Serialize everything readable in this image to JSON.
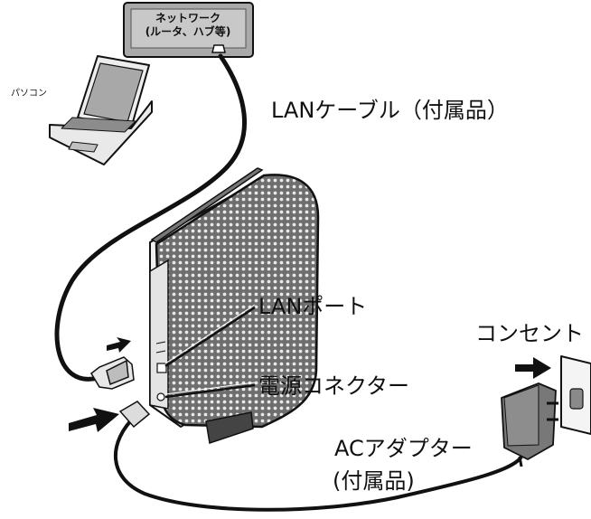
{
  "labels": {
    "network": "ネットワーク",
    "network_detail": "(ルータ、ハブ等)",
    "pc": "パソコン",
    "lan_cable": "LANケーブル（付属品）",
    "lan_port": "LANポート",
    "power_connector": "電源コネクター",
    "outlet": "コンセント",
    "ac_adapter": "ACアダプター",
    "ac_adapter_note": "(付属品)"
  }
}
